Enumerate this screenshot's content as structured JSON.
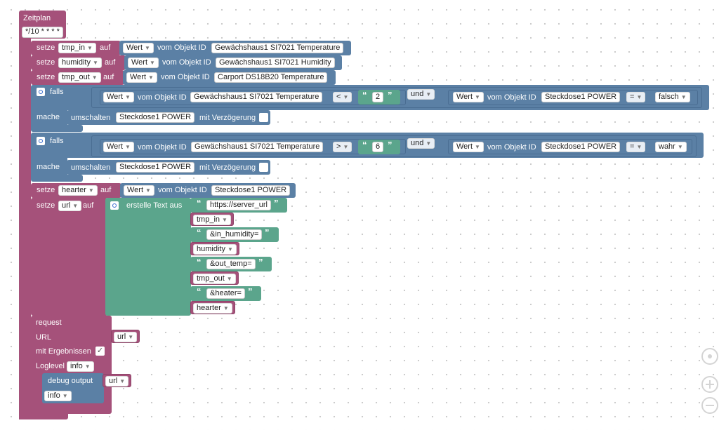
{
  "trigger": {
    "title": "Zeitplan",
    "cron": "*/10 * * * *"
  },
  "labels": {
    "setze": "setze",
    "auf": "auf",
    "wert": "Wert",
    "vom_objekt": "vom Objekt ID",
    "falls": "falls",
    "mache": "mache",
    "und": "und",
    "umschalten": "umschalten",
    "mit_verzoegerung": "mit Verzögerung",
    "erstelle_text": "erstelle Text aus",
    "request": "request",
    "url": "URL",
    "mit_ergebnissen": "mit Ergebnissen",
    "loglevel": "Loglevel",
    "debug_output": "debug output"
  },
  "assignments": [
    {
      "var": "tmp_in",
      "object": "Gewächshaus1 SI7021 Temperature"
    },
    {
      "var": "humidity",
      "object": "Gewächshaus1 SI7021 Humidity"
    },
    {
      "var": "tmp_out",
      "object": "Carport DS18B20 Temperature"
    },
    {
      "var": "hearter",
      "object": "Steckdose1 POWER"
    },
    {
      "var": "url"
    }
  ],
  "conditions": [
    {
      "object": "Gewächshaus1 SI7021 Temperature",
      "operator": "<",
      "value": "2",
      "object2": "Steckdose1 POWER",
      "operator2": "=",
      "value2": "falsch",
      "toggle_object": "Steckdose1 POWER"
    },
    {
      "object": "Gewächshaus1 SI7021 Temperature",
      "operator": ">",
      "value": "6",
      "object2": "Steckdose1 POWER",
      "operator2": "=",
      "value2": "wahr",
      "toggle_object": "Steckdose1 POWER"
    }
  ],
  "text_parts": [
    {
      "type": "text",
      "value": "https://server_url"
    },
    {
      "type": "var",
      "value": "tmp_in"
    },
    {
      "type": "text",
      "value": "&in_humidity="
    },
    {
      "type": "var",
      "value": "humidity"
    },
    {
      "type": "text",
      "value": "&out_temp="
    },
    {
      "type": "var",
      "value": "tmp_out"
    },
    {
      "type": "text",
      "value": "&heater="
    },
    {
      "type": "var",
      "value": "hearter"
    }
  ],
  "request": {
    "url_var": "url",
    "loglevel": "info"
  },
  "debug": {
    "var": "url",
    "level": "info"
  },
  "colors": {
    "events": "#a5517a",
    "logic": "#5b80a5",
    "text": "#5ba58c"
  }
}
